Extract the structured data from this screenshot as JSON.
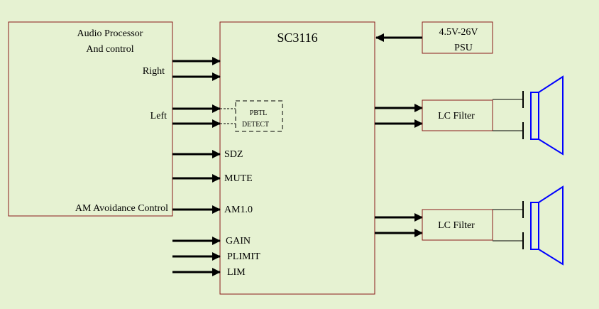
{
  "diagram": {
    "background": "#E6F2D2",
    "stroke_color": "#8B1A1A",
    "line_color": "#000000",
    "audio_processor": {
      "title_line1": "Audio Processor",
      "title_line2": "And control",
      "right_label": "Right",
      "left_label": "Left",
      "am_label": "AM Avoidance Control"
    },
    "chip": {
      "title": "SC3116",
      "pins": {
        "sdz": "SDZ",
        "mute": "MUTE",
        "am": "AM1.0",
        "gain": "GAIN",
        "plimit": "PLIMIT",
        "lim": "LIM"
      }
    },
    "pbtl": {
      "line1": "PBTL",
      "line2": "DETECT"
    },
    "psu": {
      "line1": "4.5V-26V",
      "line2": "PSU"
    },
    "filters": [
      {
        "label": "LC Filter"
      },
      {
        "label": "LC Filter"
      }
    ]
  }
}
